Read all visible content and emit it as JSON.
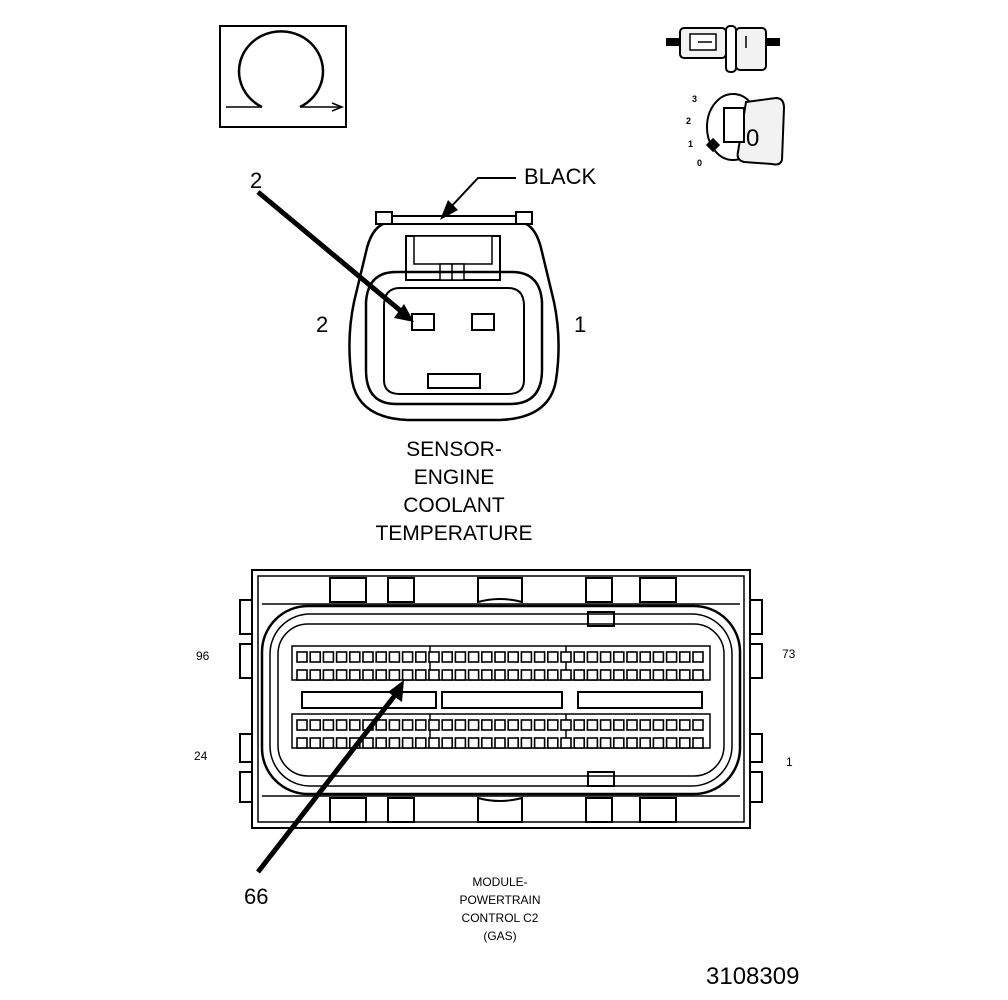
{
  "sensor_connector": {
    "color_label": "BLACK",
    "pin_callout": "2",
    "left_pin_label": "2",
    "right_pin_label": "1",
    "name_lines": [
      "SENSOR-",
      "ENGINE",
      "COOLANT",
      "TEMPERATURE"
    ]
  },
  "module_connector": {
    "pin_labels": {
      "top_left": "96",
      "top_right": "73",
      "bottom_left": "24",
      "bottom_right": "1"
    },
    "pin_callout": "66",
    "name_lines": [
      "MODULE-",
      "POWERTRAIN",
      "CONTROL C2",
      "(GAS)"
    ]
  },
  "view_key": {
    "scale_labels": [
      "3",
      "2",
      "1",
      "0"
    ],
    "knob_value": "0"
  },
  "figure_number": "3108309"
}
